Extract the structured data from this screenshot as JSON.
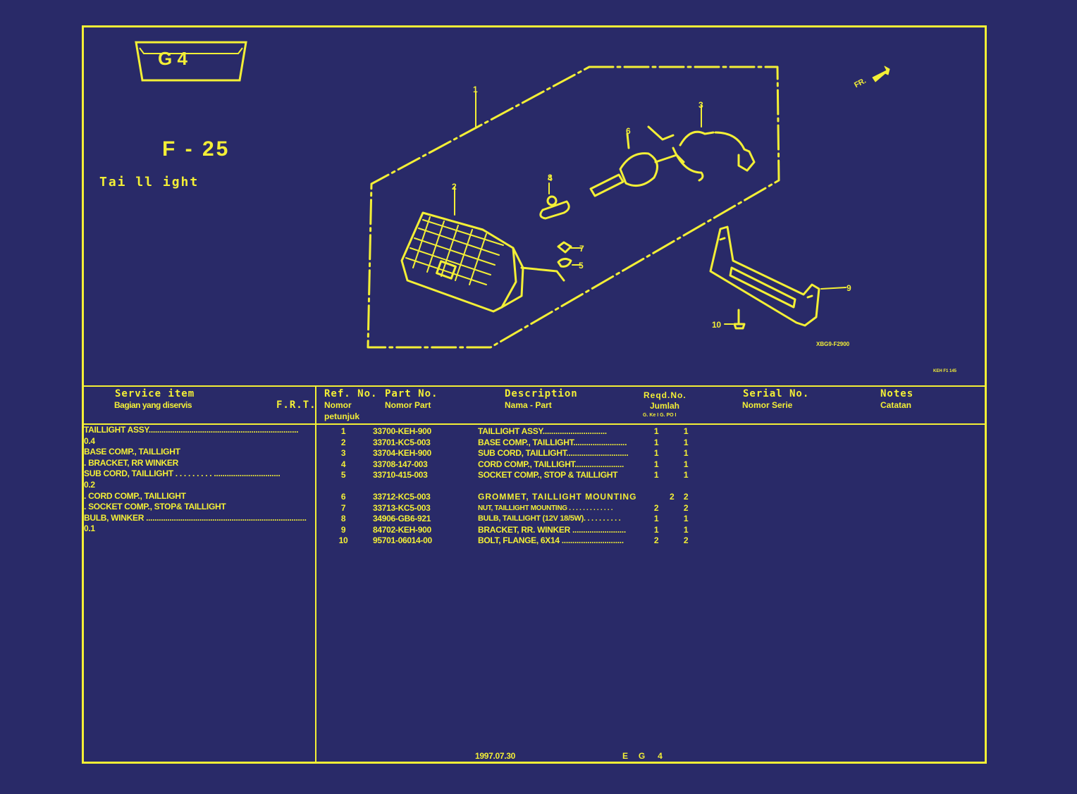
{
  "header": {
    "group_badge": "G   4",
    "figure_code": "F - 25",
    "figure_title": "Tai ll ight"
  },
  "diagram": {
    "callouts": [
      "1",
      "2",
      "3",
      "4",
      "5",
      "6",
      "7",
      "8",
      "9",
      "10"
    ],
    "front_mark": "FR.",
    "drawing_code": "XBG9-F2900",
    "corner_code": "KEH F1 145"
  },
  "table_header": {
    "service_item": "Service    item",
    "service_item_sub": "Bagian yang diservis",
    "frt": "F.R.T.",
    "ref_no": "Ref. No.",
    "ref_no_sub": "Nomor",
    "ref_no_sub2": "petunjuk",
    "part_no": "Part  No.",
    "part_no_sub": "Nomor Part",
    "description": "Description",
    "description_sub": "Nama - Part",
    "reqd_no": "Reqd.No.",
    "reqd_no_sub": "Jumlah",
    "reqd_no_cols": "G. Ke I  G. PO I",
    "serial_no": "Serial No.",
    "serial_no_sub": "Nomor Serie",
    "notes": "Notes",
    "notes_sub": "Catatan"
  },
  "service_items": [
    "TAILLIGHT  ASSY......................................................................",
    "0.4",
    "  BASE COMP., TAILLIGHT",
    ". BRACKET,  RR  WINKER",
    "SUB CORD,  TAILLIGHT . . . . . . . . . ...............................",
    "0.2",
    ". CORD  COMP.,  TAILLIGHT",
    ". SOCKET COMP., STOP& TAILLIGHT",
    "BULB,  WINKER ...........................................................................",
    " 0.1"
  ],
  "parts": [
    {
      "ref": "1",
      "part": "33700-KEH-900",
      "desc": "TAILLIGHT ASSY..............................",
      "q1": "1",
      "q2": "1"
    },
    {
      "ref": "2",
      "part": "33701-KC5-003",
      "desc": "BASE COMP., TAILLIGHT.........................",
      "q1": "1",
      "q2": "1"
    },
    {
      "ref": "3",
      "part": "33704-KEH-900",
      "desc": "SUB CORD, TAILLIGHT.............................",
      "q1": "1",
      "q2": "1"
    },
    {
      "ref": "4",
      "part": "33708-147-003",
      "desc": "CORD COMP., TAILLIGHT.......................",
      "q1": "1",
      "q2": "1"
    },
    {
      "ref": "5",
      "part": "33710-415-003",
      "desc": "SOCKET COMP., STOP & TAILLIGHT",
      "q1": "1",
      "q2": "1"
    },
    {
      "ref": "6",
      "part": "33712-KC5-003",
      "desc": "GROMMET,  TAILLIGHT  MOUNTING",
      "q1": "2",
      "q2": "2"
    },
    {
      "ref": "7",
      "part": "33713-KC5-003",
      "desc": "NUT, TAILLIGHT MOUNTING . . . . . . . . . . . . .",
      "q1": "2",
      "q2": "2"
    },
    {
      "ref": "8",
      "part": "34906-GB6-921",
      "desc": "BULB, TAILLIGHT (12V 18/5W). . . . . . . . . .",
      "q1": "1",
      "q2": "1"
    },
    {
      "ref": "9",
      "part": "84702-KEH-900",
      "desc": "BRACKET,  RR.  WINKER .........................",
      "q1": "1",
      "q2": "1"
    },
    {
      "ref": "10",
      "part": "95701-06014-00",
      "desc": "BOLT,  FLANGE,  6X14 .............................",
      "q1": "2",
      "q2": "2"
    }
  ],
  "footer": {
    "date": "1997.07.30",
    "page_code": "E     G      4"
  },
  "colors": {
    "background": "#292a68",
    "ink": "#f3ef36"
  }
}
